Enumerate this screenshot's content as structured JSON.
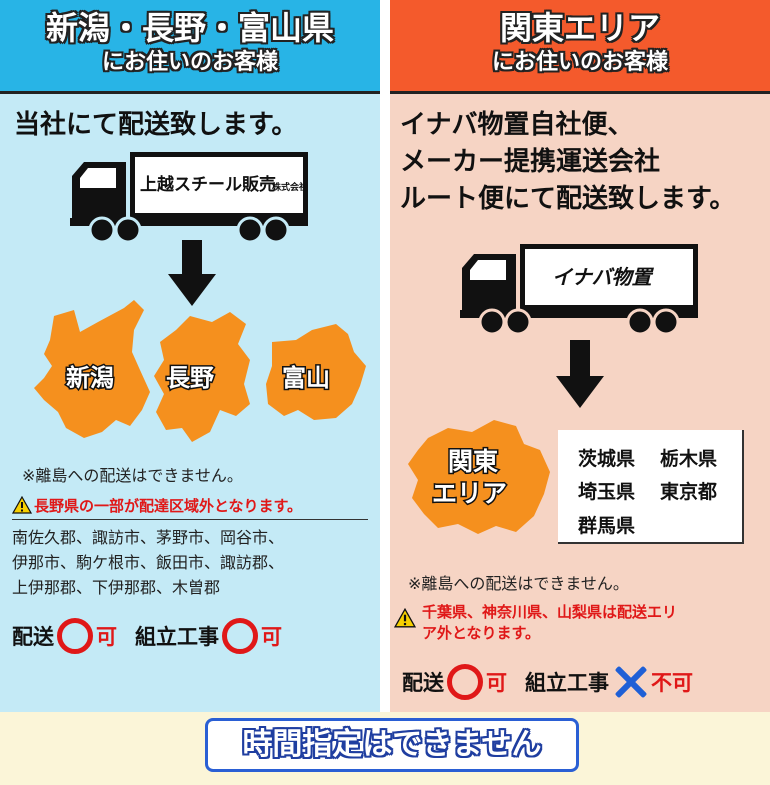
{
  "left": {
    "title": "新潟・長野・富山県",
    "subtitle": "にお住いのお客様",
    "lead": "当社にて配送致します。",
    "truck_brand": "上越スチール販売",
    "truck_brand_suffix": "株式会社",
    "map_labels": [
      "新潟",
      "長野",
      "富山"
    ],
    "island_note": "※離島への配送はできません。",
    "warning": "長野県の一部が配達区域外となります。",
    "excluded_areas": [
      "南佐久郡、諏訪市、茅野市、岡谷市、",
      "伊那市、駒ケ根市、飯田市、諏訪郡、",
      "上伊那郡、下伊那郡、木曽郡"
    ],
    "delivery_label": "配送",
    "delivery_status": "可",
    "assembly_label": "組立工事",
    "assembly_status": "可"
  },
  "right": {
    "title": "関東エリア",
    "subtitle": "にお住いのお客様",
    "lead_lines": [
      "イナバ物置自社便、",
      "メーカー提携運送会社",
      "ルート便にて配送致します。"
    ],
    "truck_brand": "イナバ物置",
    "map_label_lines": [
      "関東",
      "エリア"
    ],
    "prefectures": [
      "茨城県",
      "栃木県",
      "埼玉県",
      "東京都",
      "群馬県"
    ],
    "island_note": "※離島への配送はできません。",
    "warning_lines": [
      "千葉県、神奈川県、山梨県は配送エリ",
      "ア外となります。"
    ],
    "delivery_label": "配送",
    "delivery_status": "可",
    "assembly_label": "組立工事",
    "assembly_status": "不可"
  },
  "banner": "時間指定はできません",
  "colors": {
    "left_header": "#28b4e6",
    "left_bg": "#c4eaf6",
    "right_header": "#f45a2c",
    "right_bg": "#f6d4c4",
    "map_orange": "#f5901e",
    "ok_red": "#e01818",
    "ng_blue": "#1f5fd6",
    "banner_blue": "#2a5fd4"
  }
}
